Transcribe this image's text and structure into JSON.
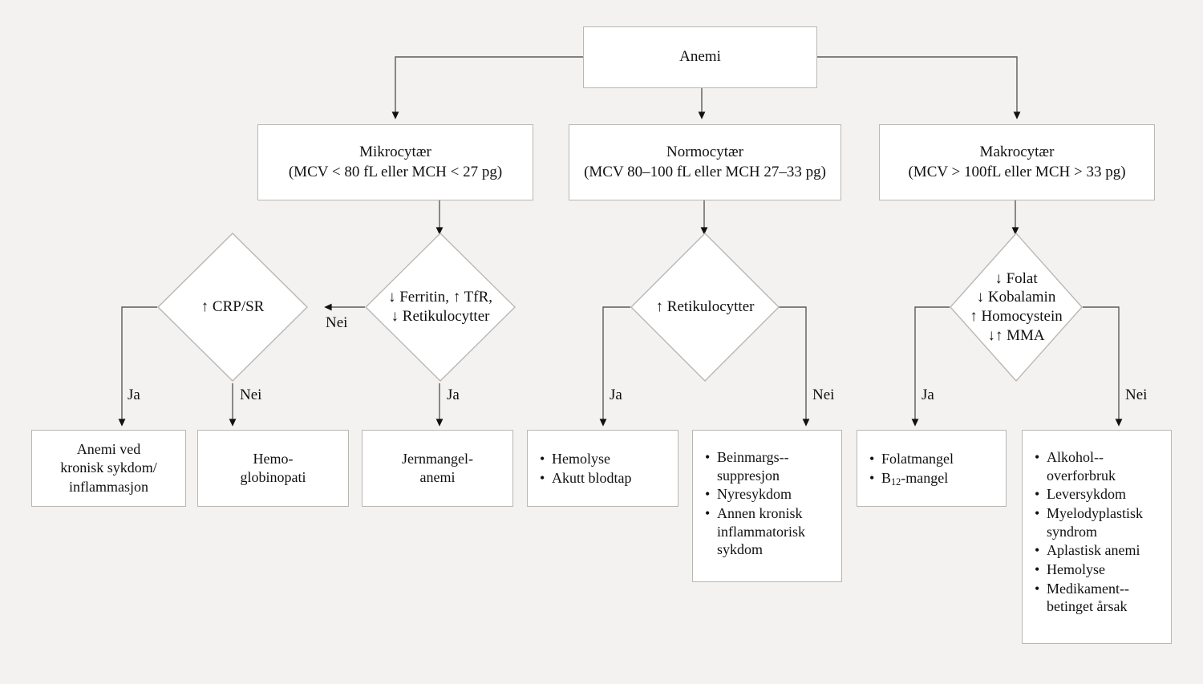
{
  "meta": {
    "background_color": "#f3f2f0",
    "node_fill": "#ffffff",
    "node_border": "#b9b7b4",
    "connector_color": "#5a5a5a",
    "text_color": "#111111",
    "language": "Norwegian"
  },
  "root": {
    "label": "Anemi"
  },
  "categories": [
    {
      "id": "mikrocytaer",
      "title": "Mikrocytær",
      "criteria": "(MCV < 80 fL eller MCH < 27 pg)"
    },
    {
      "id": "normocytaer",
      "title": "Normocytær",
      "criteria": "(MCV  80–100 fL eller MCH 27–33 pg)"
    },
    {
      "id": "makrocytaer",
      "title": "Makrocytær",
      "criteria": "(MCV > 100fL eller MCH > 33 pg)"
    }
  ],
  "decisions": [
    {
      "id": "crp-sr",
      "lines": [
        "↑ CRP/SR"
      ]
    },
    {
      "id": "ferritin",
      "lines": [
        "↓ Ferritin, ↑ TfR,",
        "↓ Retikulocytter"
      ]
    },
    {
      "id": "retikulocytter",
      "lines": [
        "↑ Retikulocytter"
      ]
    },
    {
      "id": "folat",
      "lines": [
        "↓ Folat",
        "↓ Kobalamin",
        "↑ Homocystein",
        "↓↑ MMA"
      ]
    }
  ],
  "edge_labels": {
    "ferritin_nei": "Nei",
    "ferritin_ja": "Ja",
    "crp_ja": "Ja",
    "crp_nei": "Nei",
    "retikulocytter_ja": "Ja",
    "retikulocytter_nei": "Nei",
    "folat_ja": "Ja",
    "folat_nei": "Nei"
  },
  "outcomes": [
    {
      "id": "anemi-kronisk",
      "lines": [
        "Anemi ved",
        "kronisk sykdom/",
        "inflammasjon"
      ]
    },
    {
      "id": "hemoglobinopati",
      "lines": [
        "Hemo-",
        "globinopati"
      ]
    },
    {
      "id": "jernmangelanemi",
      "lines": [
        "Jernmangel-",
        "anemi"
      ]
    },
    {
      "id": "hemolyse-blodtap",
      "items": [
        "Hemolyse",
        "Akutt blodtap"
      ]
    },
    {
      "id": "beinmargs",
      "items": [
        "Beinmargs-­suppresjon",
        "Nyresykdom",
        "Annen kronisk inflammatorisk sykdom"
      ]
    },
    {
      "id": "folat-b12",
      "items": [
        "Folatmangel",
        "B₁₂-mangel"
      ]
    },
    {
      "id": "makro-arsaker",
      "items": [
        "Alkohol-­overforbruk",
        "Leversykdom",
        "Myelodyplastisk syndrom",
        "Aplastisk anemi",
        "Hemolyse",
        "Medikament-­betinget årsak"
      ]
    }
  ]
}
